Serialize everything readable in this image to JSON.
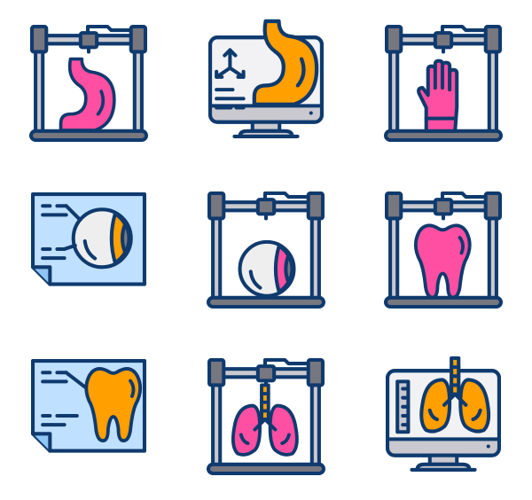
{
  "colors": {
    "outline": "#0f3a6e",
    "frame_grey": "#77777f",
    "rod_grey": "#c9c9cf",
    "screen": "#f2f2f4",
    "paper": "#bfe0ff",
    "pink": "#ff4fa3",
    "orange": "#ff9f00",
    "eye_white": "#eeeeee"
  },
  "icons": [
    {
      "name": "3d-printer-stomach",
      "frame": "printer",
      "content": "stomach",
      "color": "pink"
    },
    {
      "name": "monitor-stomach-model",
      "frame": "monitor",
      "content": "stomach",
      "color": "orange"
    },
    {
      "name": "3d-printer-hand",
      "frame": "printer",
      "content": "hand",
      "color": "pink"
    },
    {
      "name": "scan-eye",
      "frame": "paper",
      "content": "eye",
      "color": "orange"
    },
    {
      "name": "3d-printer-eye",
      "frame": "printer",
      "content": "eye",
      "color": "pink"
    },
    {
      "name": "3d-printer-tooth",
      "frame": "printer",
      "content": "tooth",
      "color": "pink"
    },
    {
      "name": "scan-tooth",
      "frame": "paper",
      "content": "tooth",
      "color": "orange"
    },
    {
      "name": "3d-printer-lungs",
      "frame": "printer",
      "content": "lungs",
      "color": "pink"
    },
    {
      "name": "monitor-lungs",
      "frame": "monitor",
      "content": "lungs",
      "color": "orange"
    }
  ]
}
